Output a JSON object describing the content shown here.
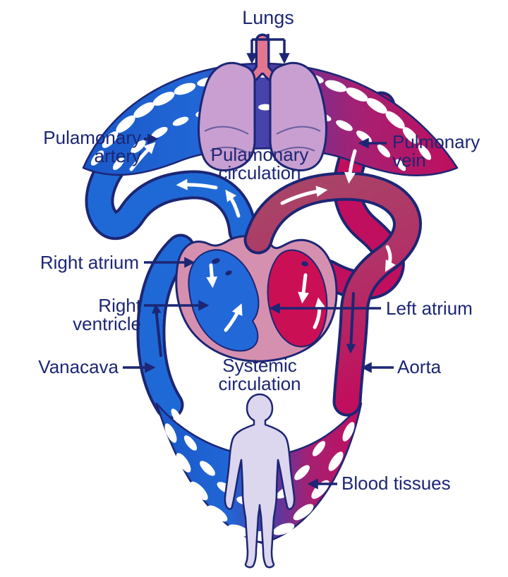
{
  "diagram": {
    "title": "Pulmonary and systemic circulation diagram",
    "labels": {
      "lungs": "Lungs",
      "pulmonary_artery": {
        "line1": "Pulamonary",
        "line2": "artery"
      },
      "pulmonary_vein": {
        "line1": "Pulmonary",
        "line2": "vein"
      },
      "pulmonary_circulation": {
        "line1": "Pulamonary",
        "line2": "circulation"
      },
      "right_atrium": "Right atrium",
      "right_ventricle": {
        "line1": "Right",
        "line2": "ventricle"
      },
      "left_atrium": "Left atrium",
      "vena_cava": "Vanacava",
      "aorta": "Aorta",
      "systemic_circulation": {
        "line1": "Systemic",
        "line2": "circulation"
      },
      "blood_tissues": "Blood tissues"
    },
    "colors": {
      "background": "#ffffff",
      "label_text": "#1c2674",
      "label_arrow": "#1c2674",
      "outline_navy": "#1c2674",
      "oxygenated_blood": "#c00f5e",
      "deoxygenated_blood": "#1f69d6",
      "aorta_arch": "#a84467",
      "heart_wall": "#d690af",
      "heart_right_chambers": "#2268d8",
      "heart_left_chambers": "#cb0f55",
      "lungs_fill": "#c89fd0",
      "trachea": "#e2768f",
      "body_fill": "#dcd6ee",
      "flow_arrow": "#ffffff"
    }
  }
}
